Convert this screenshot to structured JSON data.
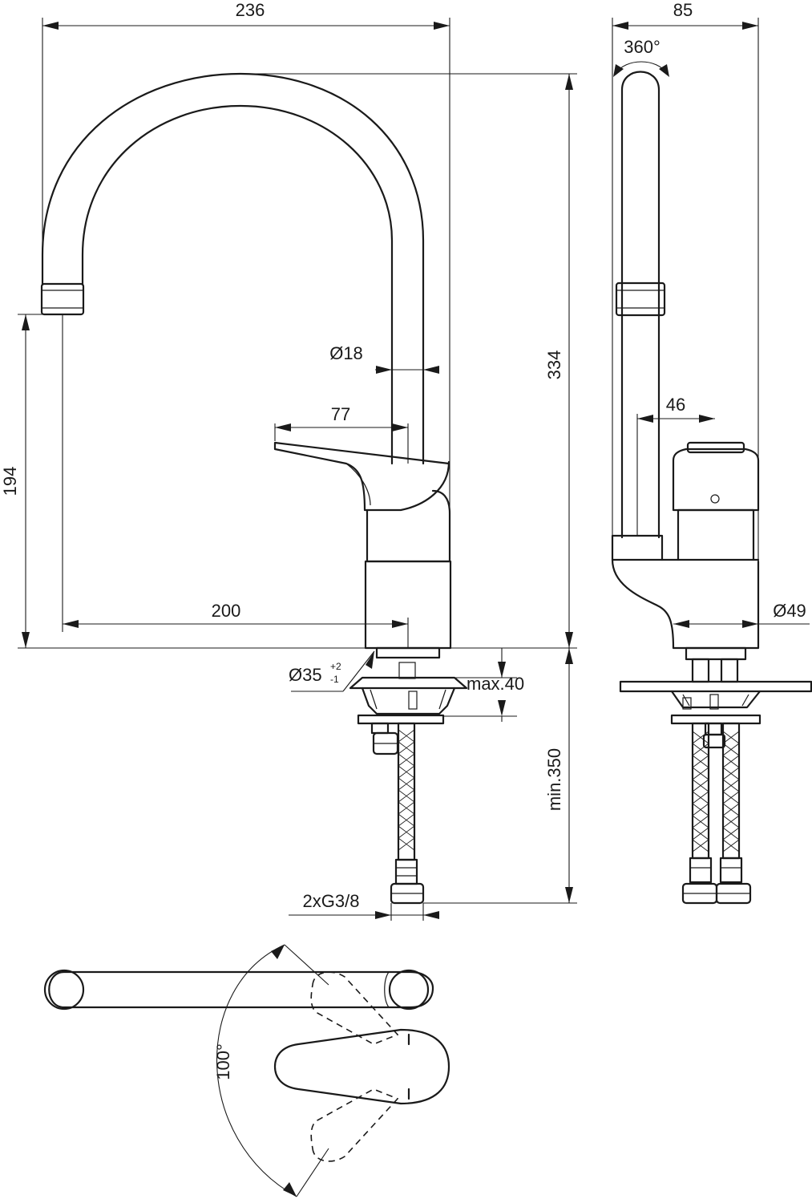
{
  "dimensions": {
    "overall_width": "236",
    "side_depth": "85",
    "rotation": "360°",
    "total_height": "334",
    "spout_diameter": "Ø18",
    "lever_length": "77",
    "side_offset": "46",
    "spout_height": "194",
    "spout_reach": "200",
    "body_diameter": "Ø49",
    "hole_diameter": "Ø35",
    "hole_tolerance_plus": "+2",
    "hole_tolerance_minus": "-1",
    "deck_thickness": "max.40",
    "hose_length": "min.350",
    "connection": "2xG3/8",
    "lever_swing": "100°"
  },
  "colors": {
    "line": "#1a1a1a",
    "background": "#ffffff"
  }
}
